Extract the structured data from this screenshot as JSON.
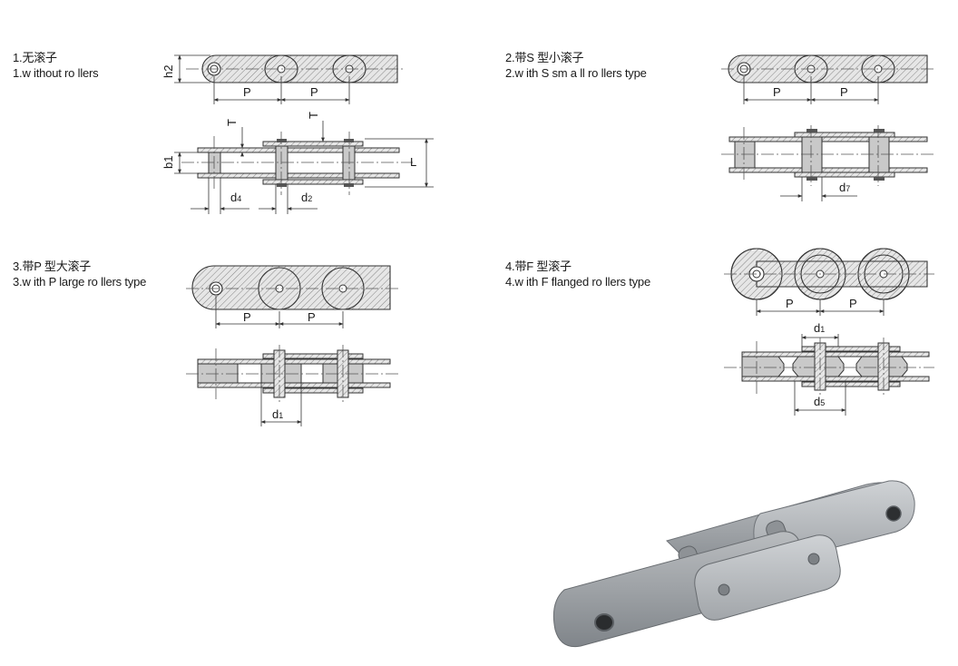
{
  "captions": [
    {
      "cn": "1.无滚子",
      "en": "1.w ithout ro llers"
    },
    {
      "cn": "2.带S 型小滚子",
      "en": "2.w ith S  sm a ll ro llers  type"
    },
    {
      "cn": "3.带P 型大滚子",
      "en": "3.w ith P  large  ro llers  type"
    },
    {
      "cn": "4.带F 型滚子",
      "en": "4.w ith F  flanged  ro llers  type"
    }
  ],
  "labels": {
    "pitch": "P",
    "h2": "h2",
    "b1": "b1",
    "T": "T",
    "L": "L",
    "d1": "d1",
    "d2": "d2",
    "d4": "d4",
    "d5": "d5",
    "d7": "d7"
  }
}
